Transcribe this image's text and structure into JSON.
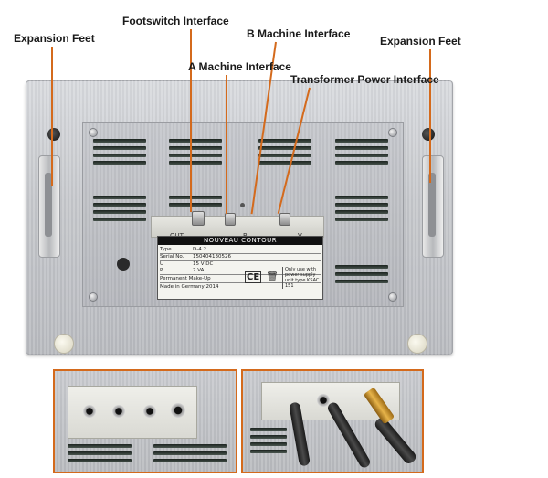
{
  "callouts": {
    "footswitch": "Footswitch Interface",
    "b_machine": "B Machine Interface",
    "expansion_left": "Expansion Feet",
    "expansion_right": "Expansion Feet",
    "a_machine": "A Machine Interface",
    "transformer": "Transformer Power Interface"
  },
  "nameplate": {
    "brand": "NOUVEAU CONTOUR",
    "rows": [
      {
        "key": "Type",
        "value": "D-4.2"
      },
      {
        "key": "Serial No.",
        "value": "150404130526"
      },
      {
        "key": "U",
        "value": "15 V DC"
      },
      {
        "key": "P",
        "value": "7 VA"
      }
    ],
    "usage": "Permanent Make-Up",
    "origin": "Made in Germany 2014",
    "ce_mark": "CE",
    "note": "Only use with power supply unit type KSAC 151"
  },
  "jackbox": {
    "left_text": "OUT",
    "mid_text": "B",
    "right_text": "V"
  },
  "colors": {
    "leader": "#d46a1c",
    "chassis": "#c6c8cc"
  },
  "icons": {
    "ce": "ce-mark-icon",
    "bin": "crossed-bin-icon"
  }
}
